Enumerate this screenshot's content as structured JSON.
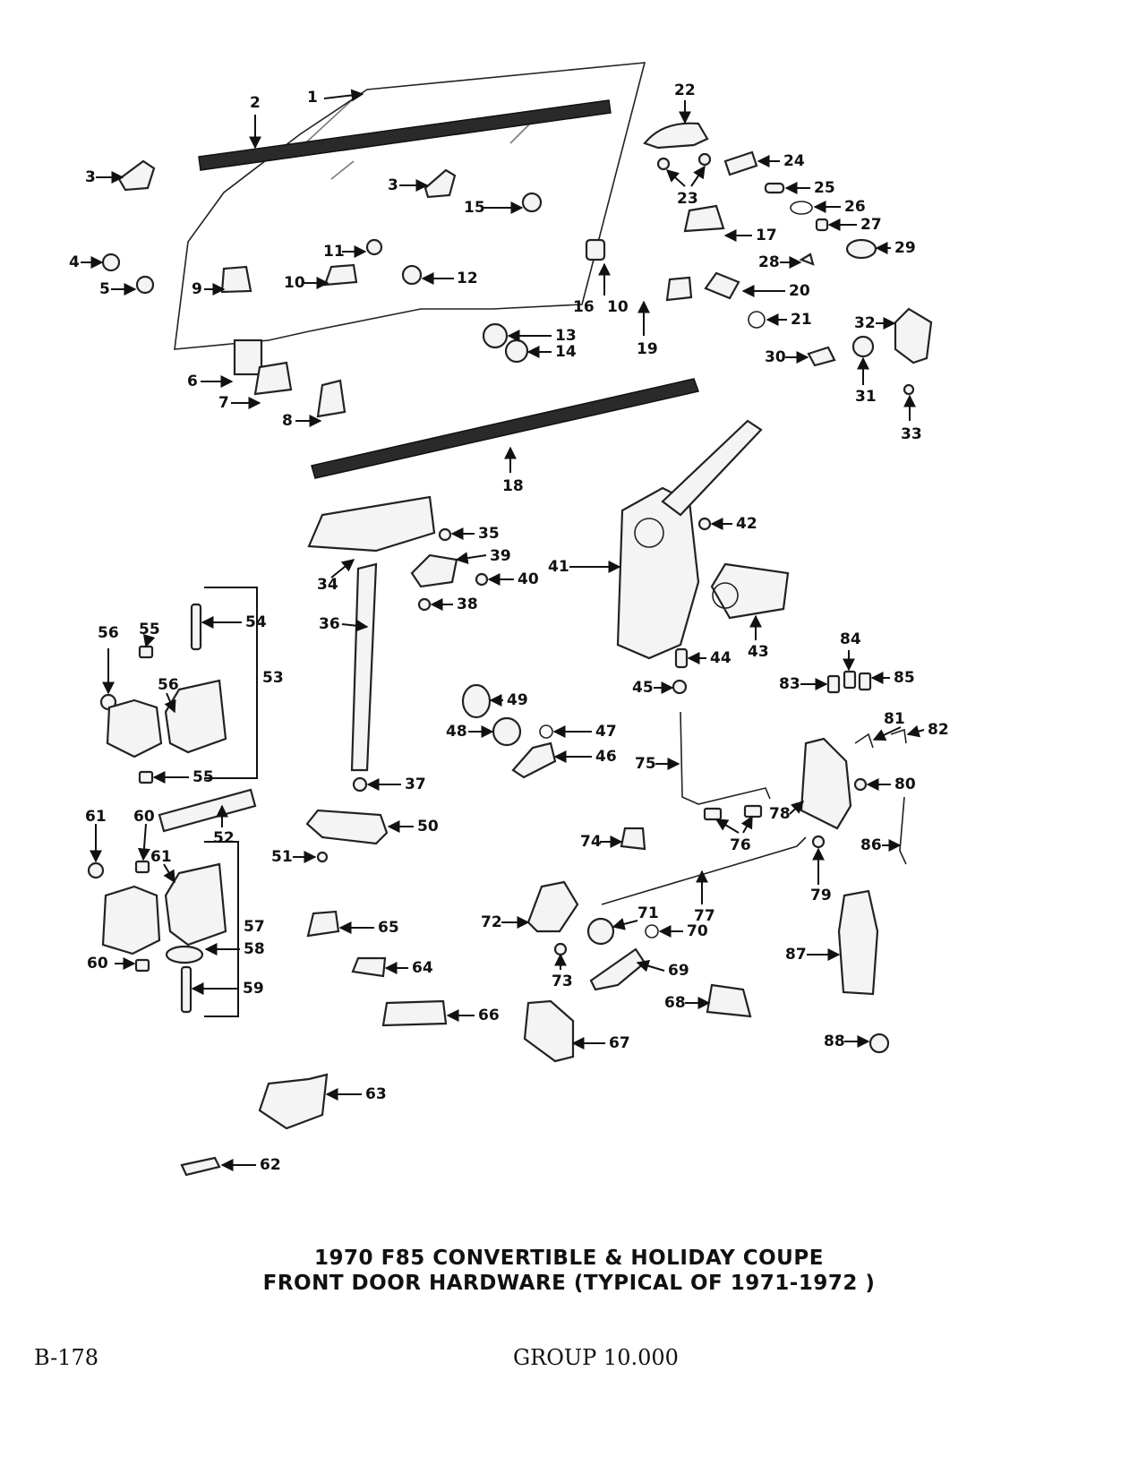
{
  "title": {
    "line1": "1970  F85 CONVERTIBLE & HOLIDAY COUPE",
    "line2": "FRONT DOOR HARDWARE (TYPICAL OF 1971-1972 )"
  },
  "footer": {
    "page": "B-178",
    "group": "GROUP 10.000"
  },
  "callouts": [
    "1",
    "2",
    "3",
    "4",
    "5",
    "6",
    "7",
    "8",
    "9",
    "10",
    "11",
    "12",
    "13",
    "14",
    "15",
    "16",
    "17",
    "18",
    "19",
    "20",
    "21",
    "22",
    "23",
    "24",
    "25",
    "26",
    "27",
    "28",
    "29",
    "30",
    "31",
    "32",
    "33",
    "34",
    "35",
    "36",
    "37",
    "38",
    "39",
    "40",
    "41",
    "42",
    "43",
    "44",
    "45",
    "46",
    "47",
    "48",
    "49",
    "50",
    "51",
    "52",
    "53",
    "54",
    "55",
    "56",
    "57",
    "58",
    "59",
    "60",
    "61",
    "62",
    "63",
    "64",
    "65",
    "66",
    "67",
    "68",
    "69",
    "70",
    "71",
    "72",
    "73",
    "74",
    "75",
    "76",
    "77",
    "78",
    "79",
    "80",
    "81",
    "82",
    "83",
    "84",
    "85",
    "86",
    "87",
    "88"
  ]
}
